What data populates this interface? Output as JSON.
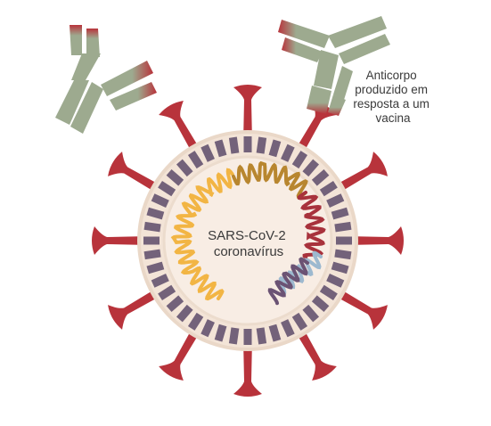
{
  "virus": {
    "label_line1": "SARS-CoV-2",
    "label_line2": "coronavírus"
  },
  "antibody": {
    "label_line1": "Anticorpo",
    "label_line2": "produzido em",
    "label_line3": "resposta a um",
    "label_line4": "vacina"
  },
  "colors": {
    "spike": "#b8333b",
    "envelope_fill": "#f7ebe1",
    "envelope_ring": "#ead8c8",
    "membrane_protein": "#73627a",
    "rna_yellow": "#f2b544",
    "rna_olive": "#b8862f",
    "rna_red": "#a8323c",
    "rna_blue": "#9db9cf",
    "rna_purple": "#6b5374",
    "antibody": "#9daa8f"
  }
}
